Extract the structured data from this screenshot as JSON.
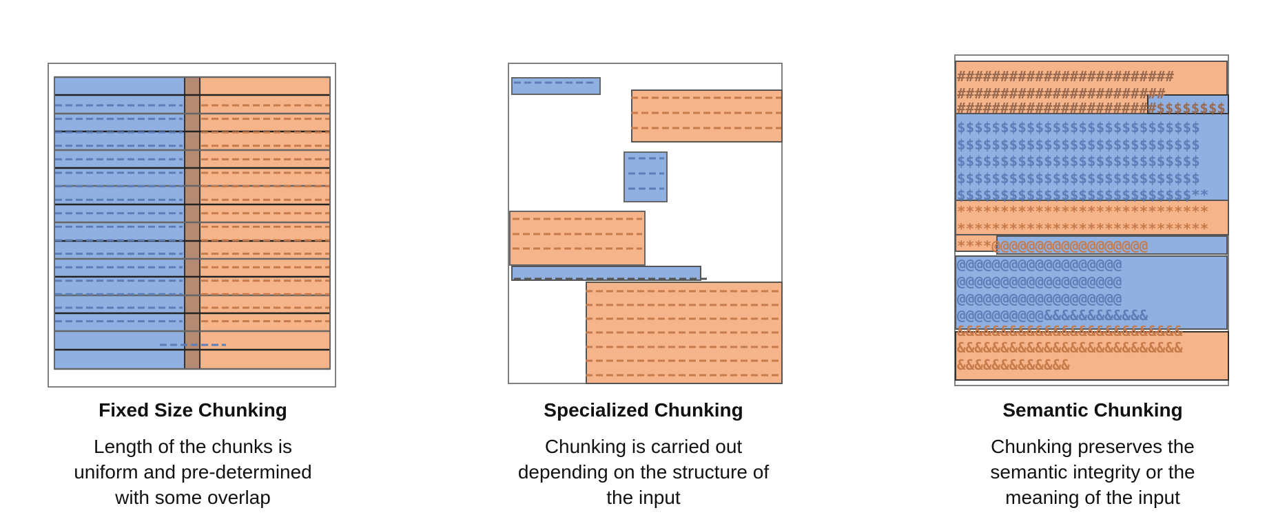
{
  "colors": {
    "blue": "#8fb0e0",
    "orange": "#f6b48a",
    "dash_blue": "#5d7db8",
    "dash_orange": "#c77a4a",
    "frame": "#808080",
    "chunk_border": "#555555"
  },
  "panels": [
    {
      "title": "Fixed Size Chunking",
      "description_lines": [
        "Length of the chunks is",
        "uniform and pre-determined",
        "with some overlap"
      ]
    },
    {
      "title": "Specialized Chunking",
      "description_lines": [
        "Chunking is carried out",
        "depending on the structure of",
        "the input"
      ]
    },
    {
      "title": "Semantic Chunking",
      "description_lines": [
        "Chunking preserves the",
        "semantic integrity or the",
        "meaning of the input"
      ],
      "text_rows": [
        "#########################",
        "########################",
        "#######################$$$$$$$$",
        "$$$$$$$$$$$$$$$$$$$$$$$$$$$$",
        "$$$$$$$$$$$$$$$$$$$$$$$$$$$$",
        "$$$$$$$$$$$$$$$$$$$$$$$$$$$$",
        "$$$$$$$$$$$$$$$$$$$$$$$$$$$$",
        "$$$$$$$$$$$$$$$$$$$$$$$$$$$**",
        "*****************************",
        "*****************************",
        "****@@@@@@@@@@@@@@@@@@",
        "@@@@@@@@@@@@@@@@@@@",
        "@@@@@@@@@@@@@@@@@@@",
        "@@@@@@@@@@@@@@@@@@@",
        "@@@@@@@@@@&&&&&&&&&&&&",
        "&&&&&&&&&&&&&&&&&&&&&&&&&&",
        "&&&&&&&&&&&&&&&&&&&&&&&&&&",
        "&&&&&&&&&&&&&"
      ]
    }
  ]
}
